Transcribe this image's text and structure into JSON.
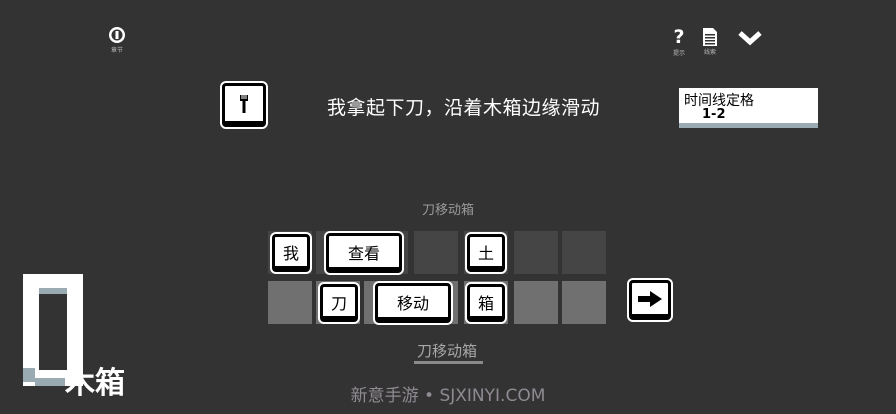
{
  "header": {
    "chapter_button": {
      "icon": "coin-icon",
      "caption": "章节"
    },
    "hint_button": {
      "icon": "question-icon",
      "caption": "提示"
    },
    "clue_button": {
      "icon": "document-icon",
      "caption": "线索"
    },
    "collapse_button": {
      "icon": "chevron-down-icon"
    }
  },
  "narration": {
    "item_icon": "fork-icon",
    "text": "我拿起下刀，沿着木箱边缘滑动"
  },
  "timeline": {
    "title": "时间线定格",
    "value": "1-2",
    "accent": "#9aaab2"
  },
  "puzzle": {
    "sentence_hint": "刀移动箱",
    "top_row_chips": [
      {
        "label": "我"
      },
      {
        "label": "查看"
      },
      {
        "label": "土"
      }
    ],
    "bottom_row_chips": [
      {
        "label": "刀"
      },
      {
        "label": "移动"
      },
      {
        "label": "箱"
      }
    ],
    "submit_icon": "arrow-right-icon",
    "answer": "刀移动箱"
  },
  "logo": {
    "text": "木箱"
  },
  "watermark": "新意手游 • SJXINYI.COM",
  "colors": {
    "background": "#333333",
    "cell_top": "#454545",
    "cell_bottom": "#707070"
  }
}
